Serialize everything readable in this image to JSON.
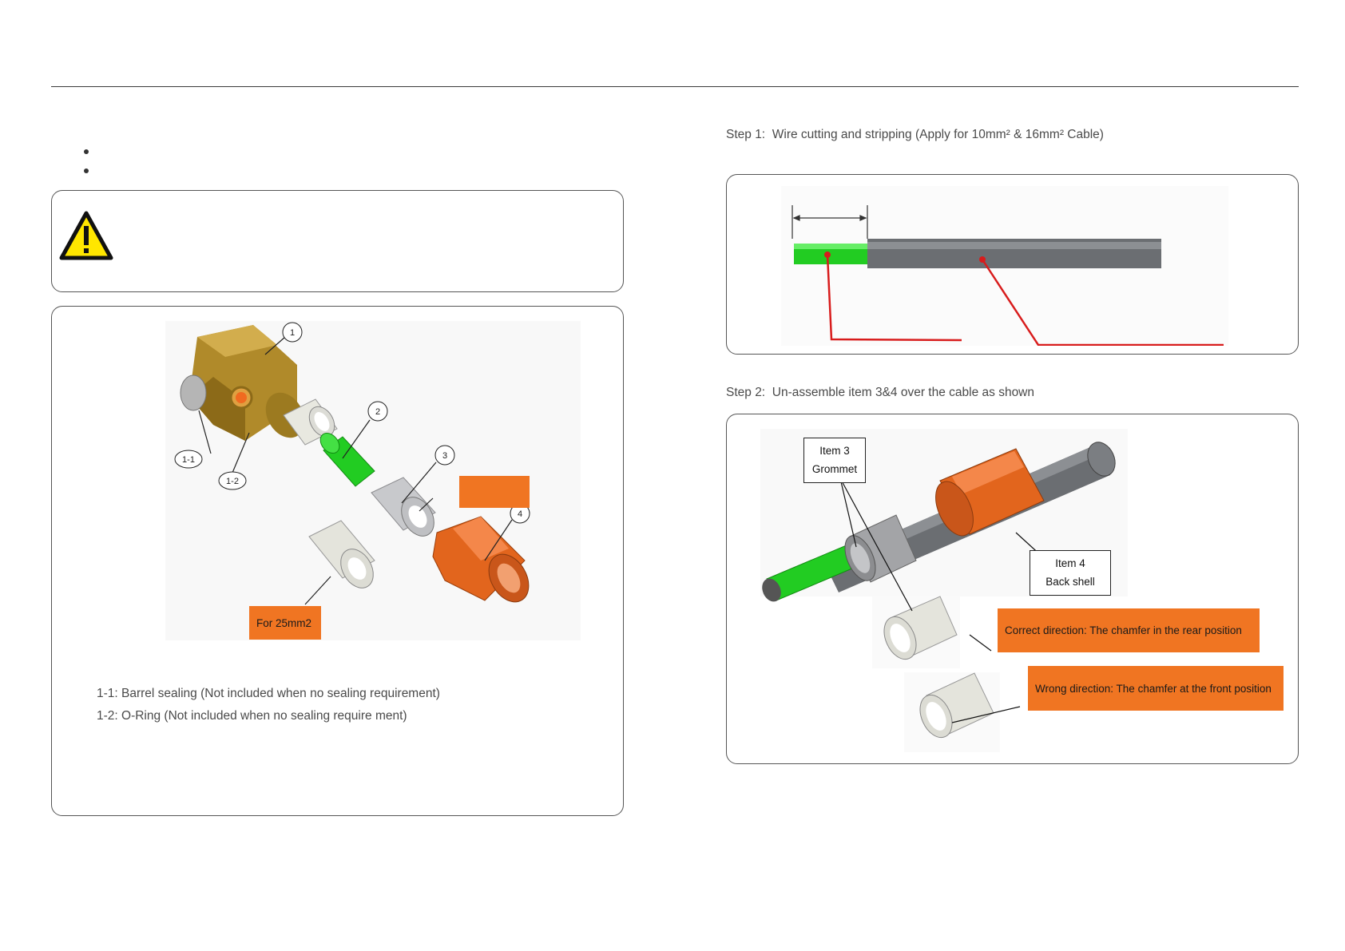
{
  "steps": {
    "step1": {
      "prefix": "Step 1:",
      "title": "Wire cutting and stripping (Apply for 10mm² & 16mm² Cable)"
    },
    "step2": {
      "prefix": "Step 2:",
      "title": "Un-assemble item 3&4 over the cable as shown"
    }
  },
  "parts": {
    "labels": [
      "1",
      "2",
      "3",
      "4",
      "1-1",
      "1-2"
    ],
    "alt_grommet_label": "For 25mm2",
    "notes": [
      "1-1: Barrel sealing (Not included when no sealing  requirement)",
      "1-2: O-Ring (Not included when no sealing require ment)"
    ]
  },
  "assembly": {
    "item3": {
      "line1": "Item 3",
      "line2": "Grommet"
    },
    "item4": {
      "line1": "Item 4",
      "line2": "Back shell"
    },
    "correct": "Correct direction: The chamfer in the rear position",
    "wrong": "Wrong direction: The chamfer at the front position"
  },
  "colors": {
    "accent_orange": "#f07522",
    "wire_green": "#22cc22",
    "cable_gray": "#6b6e72",
    "brass": "#b08a2a",
    "leader_red": "#d81c1c",
    "warning_yellow": "#ffe600"
  },
  "icons": {
    "warning": "warning-triangle-icon"
  }
}
